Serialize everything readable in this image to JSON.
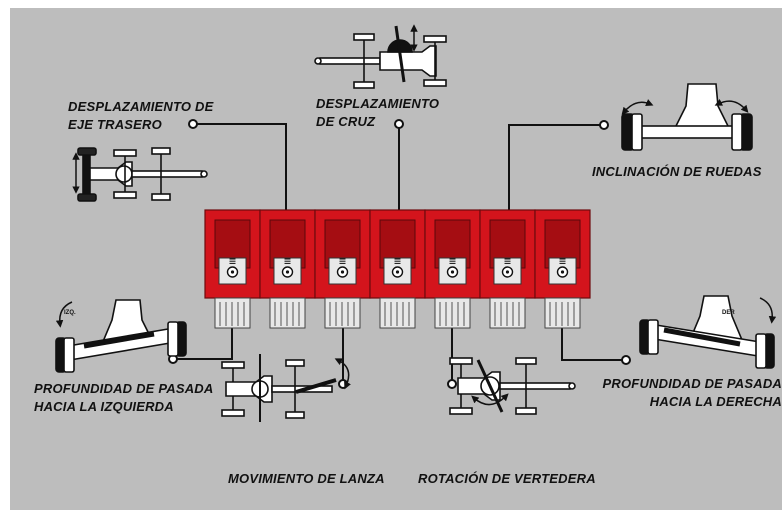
{
  "colors": {
    "background": "#bdbdbd",
    "valve_body": "#d4141c",
    "valve_window": "#a50d12",
    "line": "#111111",
    "tractor": "#ffffff"
  },
  "labels": {
    "rear_axle": {
      "line1": "DESPLAZAMIENTO DE",
      "line2": "EJE TRASERO"
    },
    "cross": {
      "line1": "DESPLAZAMIENTO",
      "line2": "DE CRUZ"
    },
    "wheel_tilt": {
      "line1": "INCLINACIÓN DE RUEDAS"
    },
    "depth_left": {
      "line1": "PROFUNDIDAD DE PASADA",
      "line2": "HACIA LA IZQUIERDA"
    },
    "depth_right": {
      "line1": "PROFUNDIDAD DE PASADA",
      "line2": "HACIA LA DERECHA"
    },
    "drawbar": {
      "line1": "MOVIMIENTO DE LANZA"
    },
    "moldboard": {
      "line1": "ROTACIÓN DE VERTEDERA"
    }
  },
  "icon_text": {
    "left": "IZQ.",
    "right": "DER"
  },
  "valve_block": {
    "section_count": 7
  }
}
